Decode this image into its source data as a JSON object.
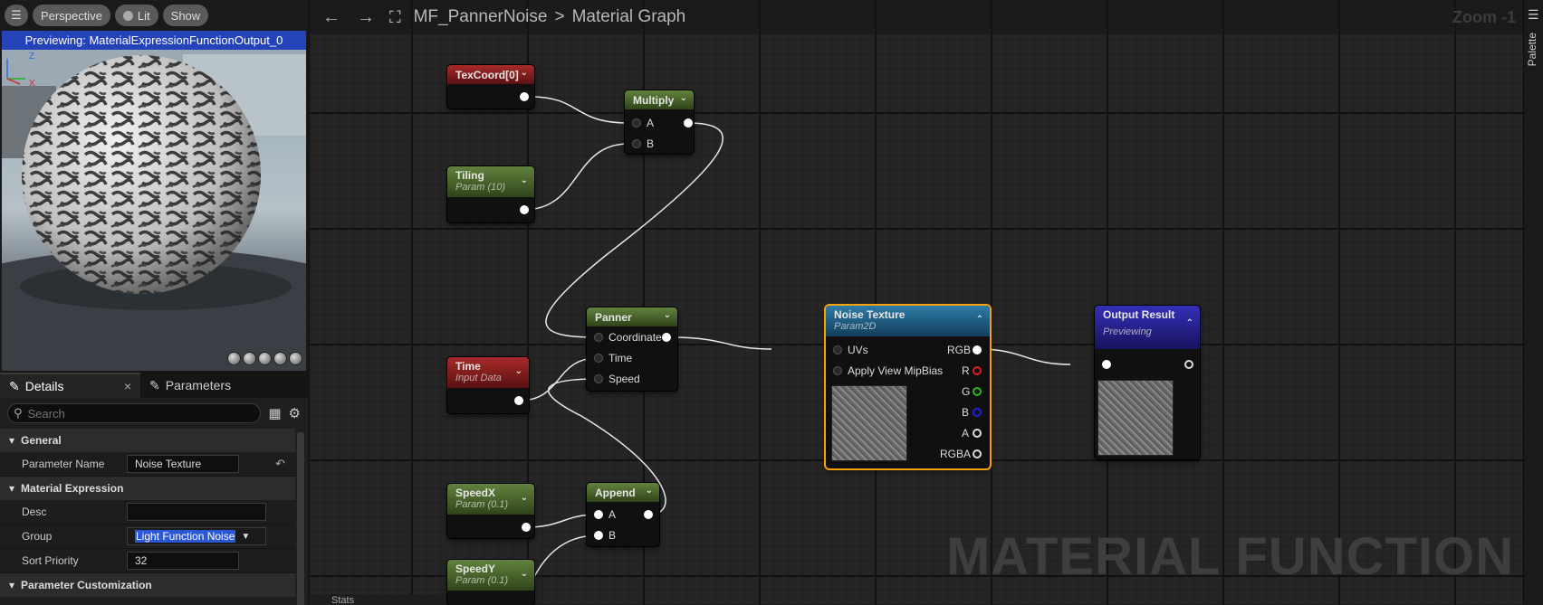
{
  "viewport": {
    "buttons": {
      "perspective": "Perspective",
      "lit": "Lit",
      "show": "Show"
    },
    "banner": "Previewing: MaterialExpressionFunctionOutput_0",
    "axis_z": "Z",
    "axis_x": "X"
  },
  "details": {
    "tab_details": "Details",
    "tab_parameters": "Parameters",
    "search_placeholder": "Search",
    "cat_general": "General",
    "param_name_label": "Parameter Name",
    "param_name_value": "Noise Texture",
    "cat_material_expression": "Material Expression",
    "desc_label": "Desc",
    "desc_value": "",
    "group_label": "Group",
    "group_value": "Light Function Noise",
    "sort_label": "Sort Priority",
    "sort_value": "32",
    "cat_param_custom": "Parameter Customization"
  },
  "graph": {
    "crumb_asset": "MF_PannerNoise",
    "crumb_sep": ">",
    "crumb_graph": "Material Graph",
    "zoom": "Zoom -1",
    "palette": "Palette",
    "watermark": "MATERIAL FUNCTION",
    "stats_tab": "Stats"
  },
  "nodes": {
    "texcoord": {
      "title": "TexCoord[0]"
    },
    "multiply": {
      "title": "Multiply",
      "a": "A",
      "b": "B"
    },
    "tiling": {
      "title": "Tiling",
      "subtitle": "Param (10)"
    },
    "panner": {
      "title": "Panner",
      "coordinate": "Coordinate",
      "time": "Time",
      "speed": "Speed"
    },
    "time": {
      "title": "Time",
      "subtitle": "Input Data"
    },
    "noise": {
      "title": "Noise Texture",
      "subtitle": "Param2D",
      "uvs": "UVs",
      "mip": "Apply View MipBias",
      "rgb": "RGB",
      "r": "R",
      "g": "G",
      "b": "B",
      "a": "A",
      "rgba": "RGBA"
    },
    "output": {
      "title": "Output Result",
      "subtitle": "Previewing"
    },
    "speedx": {
      "title": "SpeedX",
      "subtitle": "Param (0.1)"
    },
    "append": {
      "title": "Append",
      "a": "A",
      "b": "B"
    },
    "speedy": {
      "title": "SpeedY",
      "subtitle": "Param (0.1)"
    }
  },
  "colors": {
    "selected_border": "#f5a300",
    "r_pin": "#e02020",
    "g_pin": "#20c020",
    "b_pin": "#2020e0"
  }
}
